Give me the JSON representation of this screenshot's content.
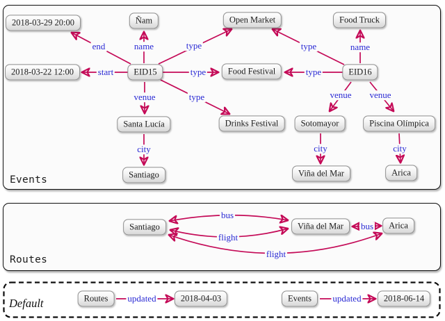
{
  "palette": {
    "edge_color": "#c40a57",
    "edge_label_color": "#2a2ad4",
    "node_border": "#909090",
    "node_text": "#1b1b1b",
    "section_bg": "#fbfbfb",
    "section_border": "#0d0d0d"
  },
  "events": {
    "title": "Events",
    "nodes": [
      {
        "id": "end-datetime",
        "label": "2018-03-29 20:00"
      },
      {
        "id": "nam",
        "label": "Ñam"
      },
      {
        "id": "open-market",
        "label": "Open Market"
      },
      {
        "id": "food-truck",
        "label": "Food Truck"
      },
      {
        "id": "start-datetime",
        "label": "2018-03-22 12:00"
      },
      {
        "id": "eid15",
        "label": "EID15"
      },
      {
        "id": "food-festival",
        "label": "Food Festival"
      },
      {
        "id": "eid16",
        "label": "EID16"
      },
      {
        "id": "santa-lucia",
        "label": "Santa Lucía"
      },
      {
        "id": "drinks-festival",
        "label": "Drinks Festival"
      },
      {
        "id": "sotomayor",
        "label": "Sotomayor"
      },
      {
        "id": "piscina-olimpica",
        "label": "Piscina Olímpica"
      },
      {
        "id": "santiago",
        "label": "Santiago"
      },
      {
        "id": "vina-del-mar",
        "label": "Viña del Mar"
      },
      {
        "id": "arica",
        "label": "Arica"
      }
    ],
    "edges": [
      {
        "from": "EID15",
        "to": "2018-03-29 20:00",
        "label": "end"
      },
      {
        "from": "EID15",
        "to": "Ñam",
        "label": "name"
      },
      {
        "from": "EID15",
        "to": "Open Market",
        "label": "type"
      },
      {
        "from": "EID16",
        "to": "Open Market",
        "label": "type"
      },
      {
        "from": "EID16",
        "to": "Food Truck",
        "label": "name"
      },
      {
        "from": "EID15",
        "to": "2018-03-22 12:00",
        "label": "start"
      },
      {
        "from": "EID15",
        "to": "Food Festival",
        "label": "type"
      },
      {
        "from": "EID16",
        "to": "Food Festival",
        "label": "type"
      },
      {
        "from": "EID15",
        "to": "Santa Lucía",
        "label": "venue"
      },
      {
        "from": "EID15",
        "to": "Drinks Festival",
        "label": "type"
      },
      {
        "from": "EID16",
        "to": "Sotomayor",
        "label": "venue"
      },
      {
        "from": "EID16",
        "to": "Piscina Olímpica",
        "label": "venue"
      },
      {
        "from": "Santa Lucía",
        "to": "Santiago",
        "label": "city"
      },
      {
        "from": "Sotomayor",
        "to": "Viña del Mar",
        "label": "city"
      },
      {
        "from": "Piscina Olímpica",
        "to": "Arica",
        "label": "city"
      }
    ]
  },
  "routes": {
    "title": "Routes",
    "nodes": [
      {
        "id": "santiago",
        "label": "Santiago"
      },
      {
        "id": "vina-del-mar",
        "label": "Viña del Mar"
      },
      {
        "id": "arica",
        "label": "Arica"
      }
    ],
    "edges": [
      {
        "between": [
          "Santiago",
          "Viña del Mar"
        ],
        "label": "bus",
        "bidirectional": true
      },
      {
        "between": [
          "Santiago",
          "Viña del Mar"
        ],
        "label": "flight",
        "bidirectional": true
      },
      {
        "between": [
          "Santiago",
          "Arica"
        ],
        "label": "flight",
        "bidirectional": true
      },
      {
        "between": [
          "Viña del Mar",
          "Arica"
        ],
        "label": "bus",
        "bidirectional": true
      }
    ]
  },
  "default_graph": {
    "title": "Default",
    "statements": [
      {
        "subject": "Routes",
        "predicate": "updated",
        "object": "2018-04-03"
      },
      {
        "subject": "Events",
        "predicate": "updated",
        "object": "2018-06-14"
      }
    ]
  }
}
